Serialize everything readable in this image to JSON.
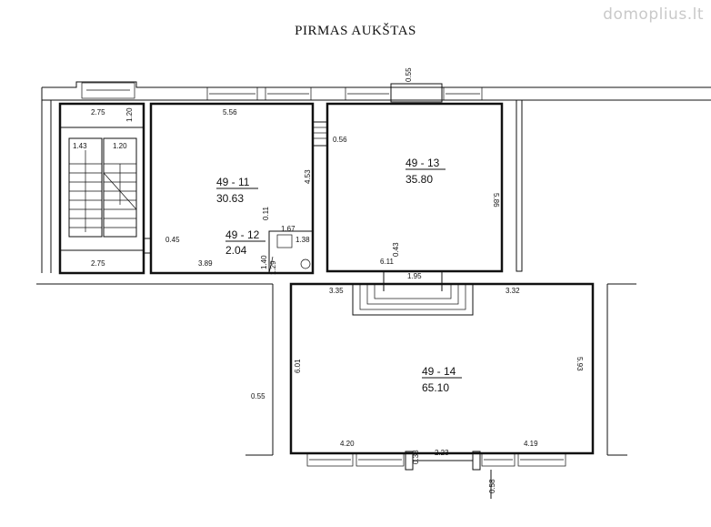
{
  "title": "PIRMAS AUKŠTAS",
  "watermark": "domoplius.lt",
  "rooms": [
    {
      "id": "49 - 11",
      "area": "30.63"
    },
    {
      "id": "49 - 12",
      "area": "2.04"
    },
    {
      "id": "49 - 13",
      "area": "35.80"
    },
    {
      "id": "49 - 14",
      "area": "65.10"
    }
  ],
  "dimensions": {
    "top_window": "0.55",
    "stair_top_width": "2.75",
    "stair_top_right": "1.20",
    "stair_left_step": "1.43",
    "stair_right_step": "1.20",
    "stair_bottom_width": "2.75",
    "corridor_gap": "0.45",
    "room11_width_top": "5.56",
    "room11_width_bottom": "3.89",
    "room11_height": "4.53",
    "wall_gap_011": "0.11",
    "wc_width": "1.67",
    "wc_depth": "1.38",
    "wc_left": "1.40",
    "wc_door": "1.29",
    "door_056": "0.56",
    "room13_height": "5.86",
    "step_043": "0.43",
    "room13_width": "6.11",
    "opening_195": "1.95",
    "room14_left_top": "3.35",
    "room14_right_top": "3.32",
    "room14_left_height": "6.01",
    "room14_right_height": "5.93",
    "outer_055": "0.55",
    "room14_bottom_left": "4.20",
    "room14_bottom_right": "4.19",
    "door_223": "2.23",
    "pier_038": "0.38",
    "bottom_058": "0.58"
  }
}
